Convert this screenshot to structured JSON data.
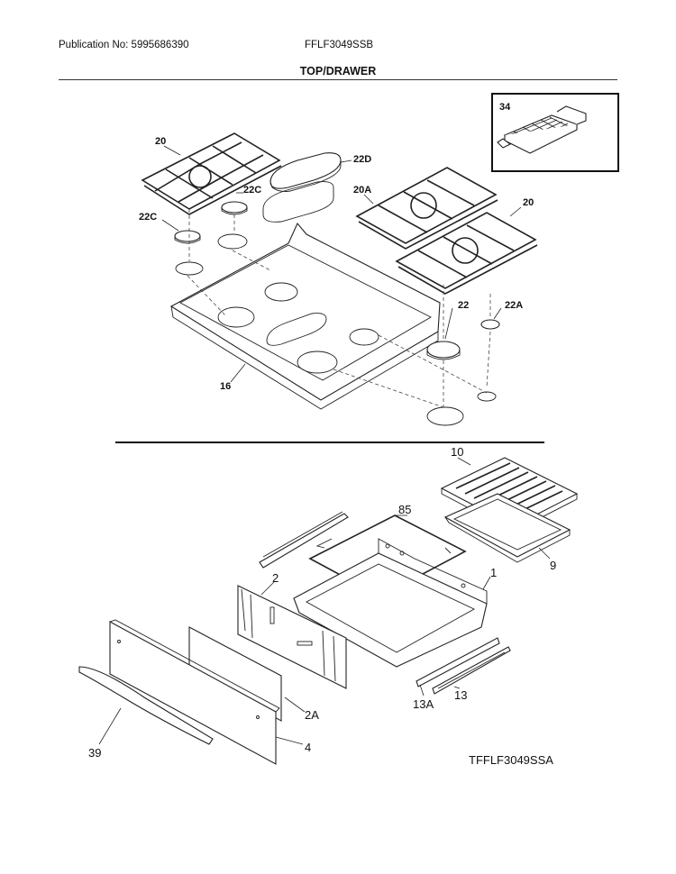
{
  "header": {
    "publication": "Publication No: 5995686390",
    "model": "FFLF3049SSB",
    "section_title": "TOP/DRAWER"
  },
  "callouts": {
    "grate_left": "20",
    "cap_oval": "22D",
    "cap_small_upper": "22C",
    "cap_small_lower": "22C",
    "grate_center": "20A",
    "grate_right": "20",
    "griddle": "34",
    "cooktop": "16",
    "cap_large": "22",
    "cap_right": "22A",
    "broiler_grid": "10",
    "broiler_pan": "9",
    "rack": "85",
    "drawer_body": "1",
    "drawer_back": "2",
    "drawer_front_inner": "2A",
    "drawer_front": "4",
    "handle": "39",
    "slide": "13",
    "slide_rail": "13A"
  },
  "drawing_code": "TFFLF3049SSA"
}
